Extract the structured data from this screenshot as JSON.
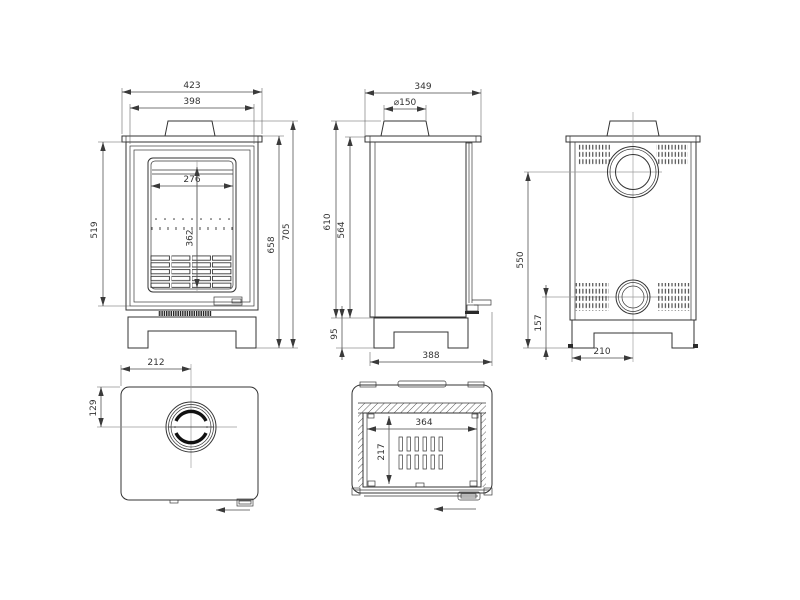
{
  "colors": {
    "background": "#ffffff",
    "line": "#333333",
    "dimension_line": "#4a4a4a",
    "centerline": "#9a9a9a",
    "text": "#333333"
  },
  "views": {
    "front": {
      "overall_width": "423",
      "body_width": "398",
      "glass_width": "276",
      "door_height": "519",
      "glass_height": "362",
      "body_height": "658",
      "overall_height": "705"
    },
    "side": {
      "depth": "349",
      "flue_diameter": "⌀150",
      "height_to_base": "610",
      "body_panel_height": "564",
      "base_height": "95",
      "base_depth": "388"
    },
    "back": {
      "flue_centre_height": "550",
      "inlet_centre_height": "157",
      "inlet_centre_offset": "210"
    },
    "top": {
      "flue_centre_from_left": "212",
      "flue_centre_from_front": "129"
    },
    "section": {
      "firebox_width": "364",
      "firebox_depth": "217"
    }
  }
}
